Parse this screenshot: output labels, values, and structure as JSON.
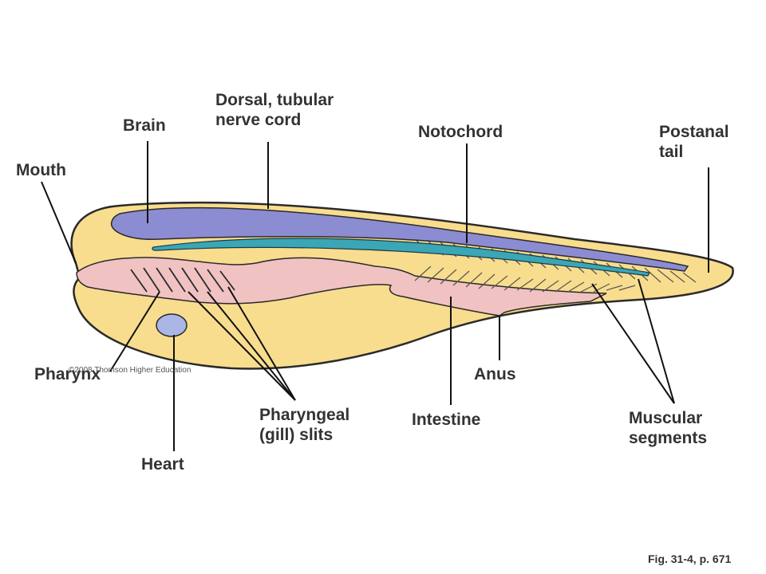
{
  "labels": {
    "mouth": "Mouth",
    "brain": "Brain",
    "nerve_cord": [
      "Dorsal, tubular",
      "nerve cord"
    ],
    "notochord": "Notochord",
    "postanal_tail": [
      "Postanal",
      "tail"
    ],
    "pharynx": "Pharynx",
    "pharyngeal_slits": [
      "Pharyngeal",
      "(gill) slits"
    ],
    "heart": "Heart",
    "intestine": "Intestine",
    "anus": "Anus",
    "muscular_segments": [
      "Muscular",
      "segments"
    ]
  },
  "copyright": "©2008 Thomson Higher Education",
  "caption": "Fig. 31-4, p. 671",
  "colors": {
    "body_fill": "#f8dd8e",
    "body_outline": "#2a2a2a",
    "nerve_cord": "#8c8cd2",
    "notochord": "#3aa6b6",
    "pharynx": "#f1c2c2",
    "heart": "#aab6e6",
    "leader_line": "#111111"
  }
}
